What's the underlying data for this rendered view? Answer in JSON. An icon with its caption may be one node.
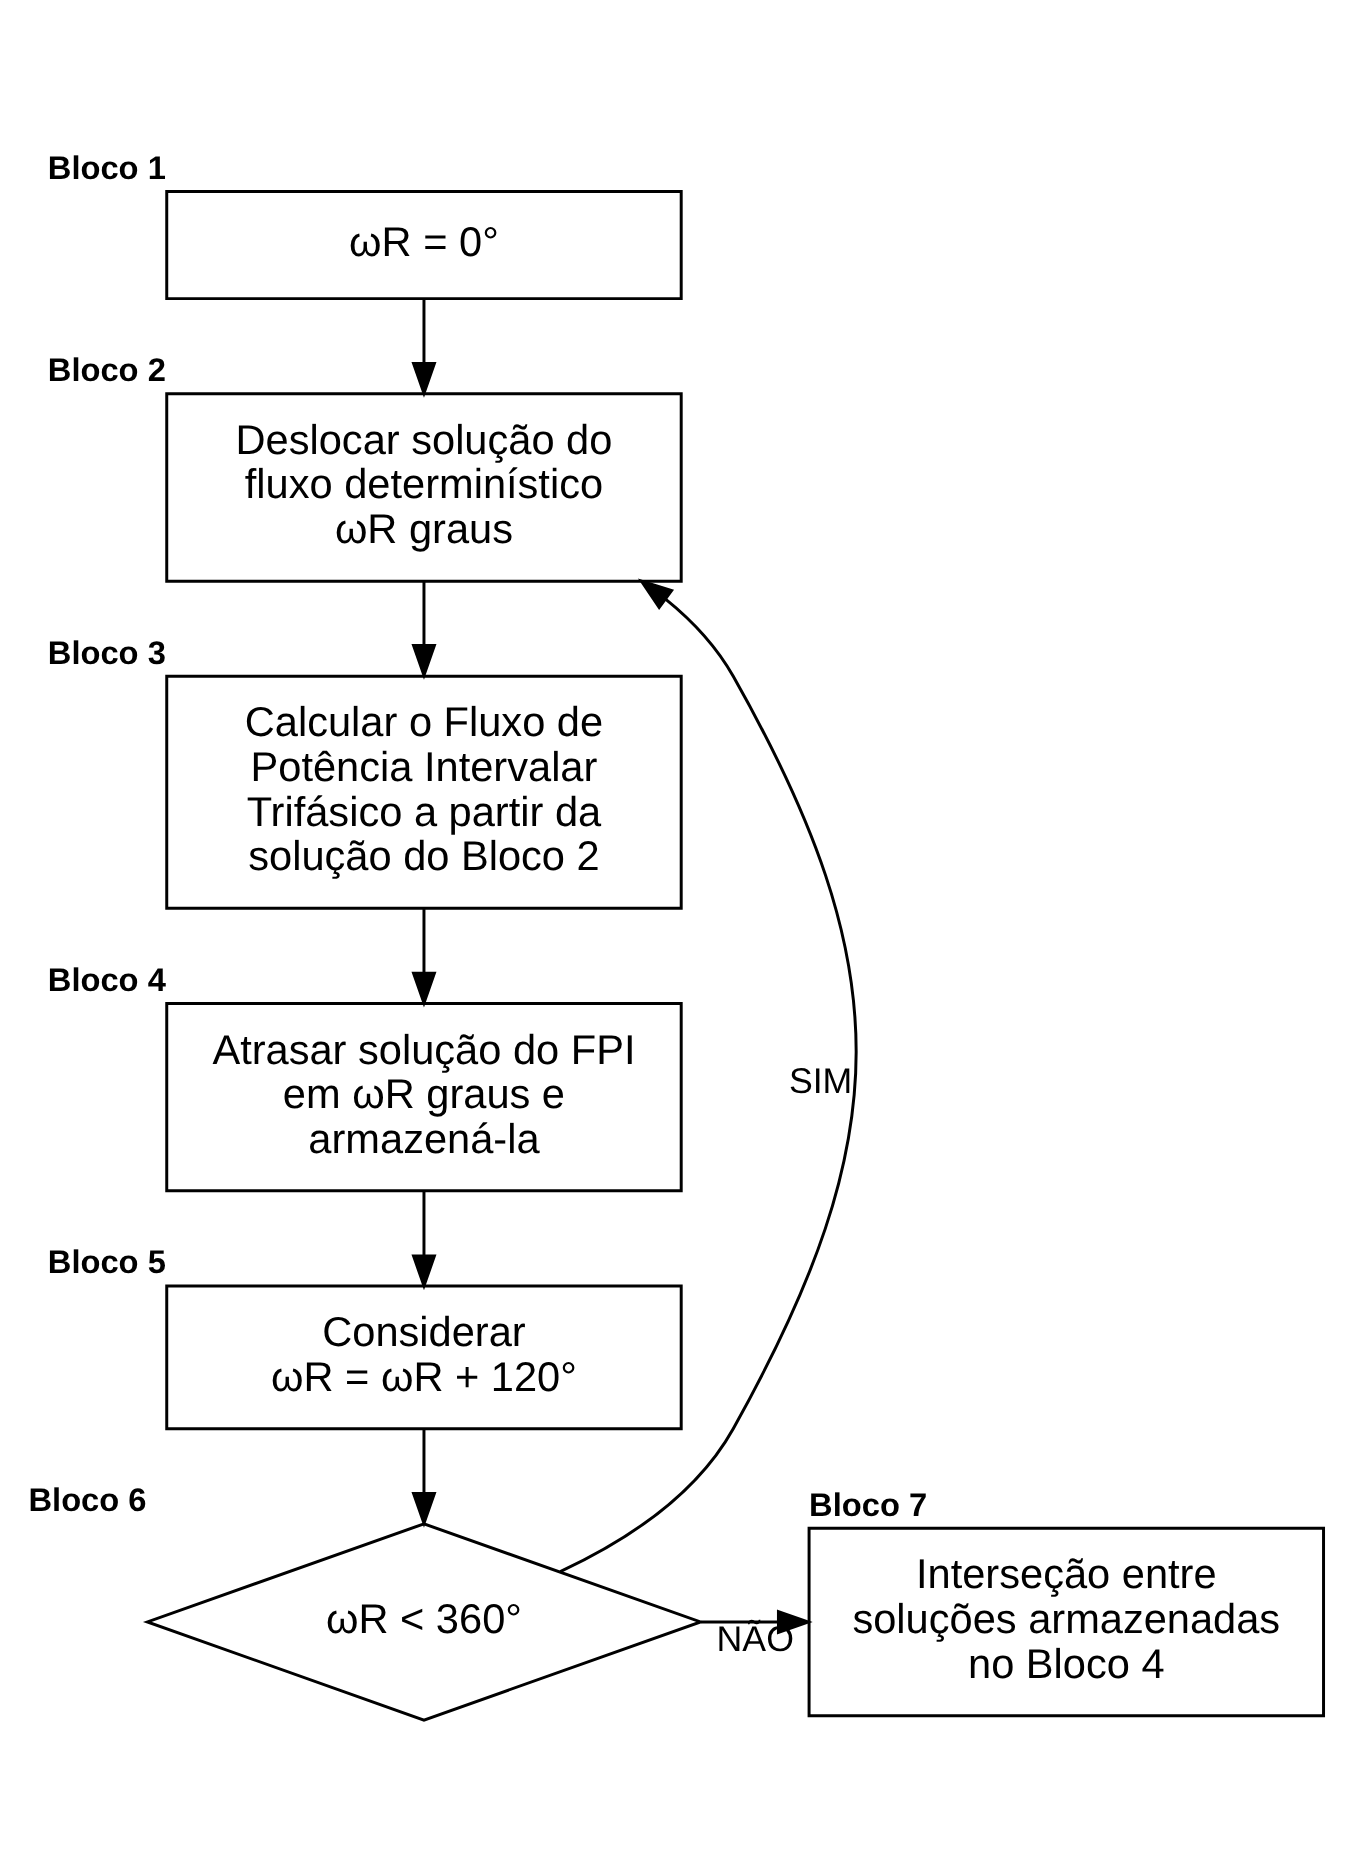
{
  "diagram": {
    "nodes": [
      {
        "text": [
          "ωR = 0°"
        ],
        "beside": [
          "Bloco 1"
        ]
      },
      {
        "text": [
          "Deslocar solução do fluxo determinístico ωR graus"
        ],
        "beside": [
          "Bloco 2"
        ]
      },
      {
        "text": [
          "Calcular o Fluxo de Potência Intervalar Trifásico a partir da solução do Bloco 2"
        ],
        "beside": [
          "Bloco 3"
        ]
      },
      {
        "text": [
          "Atrasar solução do FPI em ωR graus e armazená-la"
        ],
        "beside": [
          "Bloco 4"
        ]
      },
      {
        "text": [
          "Considerar",
          "ωR = ωR + 120°"
        ],
        "beside": [
          "Bloco 5"
        ]
      },
      {
        "text": [
          "ωR < 360°"
        ],
        "beside": [
          "Bloco 6"
        ]
      },
      {
        "text": [
          "Interseção entre soluções armazenadas no Bloco 4"
        ],
        "beside": [
          "Bloco 7"
        ]
      }
    ],
    "edges": [
      {
        "from": 0,
        "to": 1,
        "arrow": "to"
      },
      {
        "from": 1,
        "to": 2,
        "arrow": "to"
      },
      {
        "from": 2,
        "to": 3,
        "arrow": "to"
      },
      {
        "from": 3,
        "to": 4,
        "arrow": "to"
      },
      {
        "from": 4,
        "to": 5,
        "arrow": "to"
      },
      {
        "from": 5,
        "to": 1,
        "arrow": "to",
        "label": "SIM"
      },
      {
        "from": 5,
        "to": 6,
        "arrow": "to",
        "label": "NÃO"
      }
    ]
  }
}
